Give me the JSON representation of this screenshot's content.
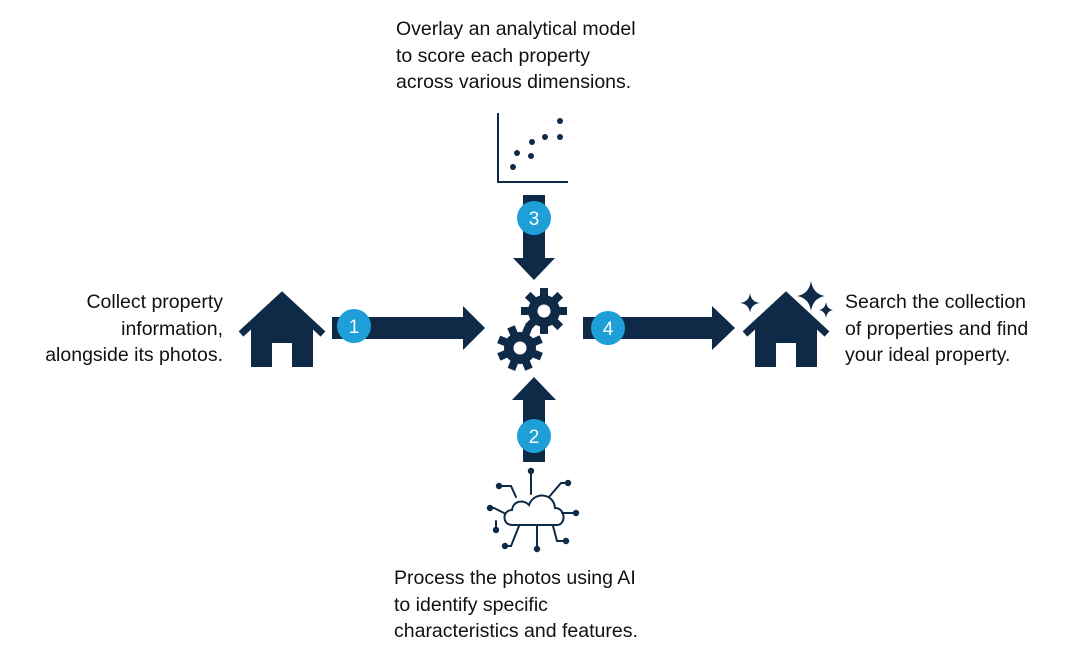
{
  "colors": {
    "primary": "#0f2a47",
    "step_badge": "#1e9fd8",
    "text": "#111111",
    "background": "#ffffff"
  },
  "icons": {
    "collect": "house-icon",
    "process": "ai-cloud-icon",
    "model": "scatter-plot-icon",
    "engine": "gears-icon",
    "search": "sparkle-house-icon"
  },
  "steps": [
    {
      "number": "1",
      "text": "Collect property\ninformation,\nalongside its photos."
    },
    {
      "number": "2",
      "text": "Process the photos using AI\nto identify specific\ncharacteristics and features."
    },
    {
      "number": "3",
      "text": "Overlay an analytical model\nto score each property\nacross various dimensions."
    },
    {
      "number": "4",
      "text": "Search the collection\nof properties and find\nyour ideal property."
    }
  ]
}
